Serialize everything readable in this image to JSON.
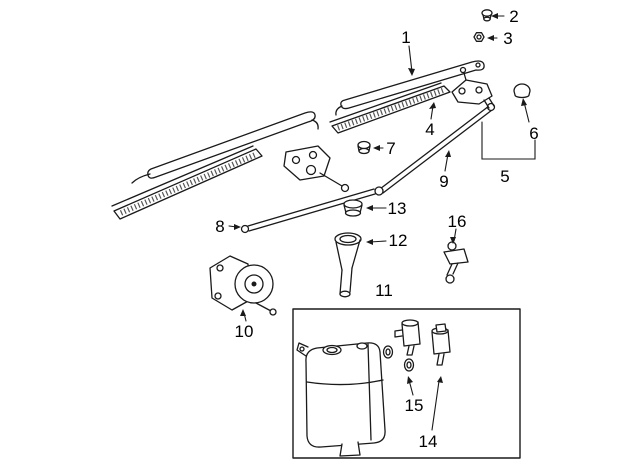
{
  "colors": {
    "background": "#ffffff",
    "line": "#1a1a1a",
    "hatch": "#555555"
  },
  "diagram": {
    "kind": "exploded-parts-line-drawing"
  },
  "callouts": [
    {
      "label": "1"
    },
    {
      "label": "2"
    },
    {
      "label": "3"
    },
    {
      "label": "4"
    },
    {
      "label": "5"
    },
    {
      "label": "6"
    },
    {
      "label": "7"
    },
    {
      "label": "8"
    },
    {
      "label": "9"
    },
    {
      "label": "10"
    },
    {
      "label": "11"
    },
    {
      "label": "12"
    },
    {
      "label": "13"
    },
    {
      "label": "14"
    },
    {
      "label": "15"
    },
    {
      "label": "16"
    }
  ]
}
